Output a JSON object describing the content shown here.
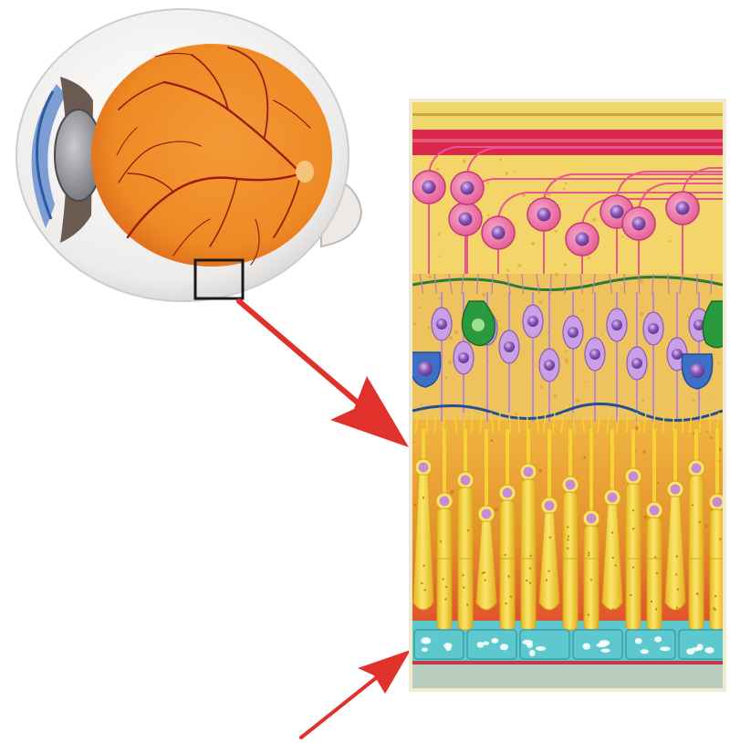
{
  "figure": {
    "background": "#ffffff",
    "colors": {
      "eye_fundus": "#f08a24",
      "eye_fundus_dark": "#d8601a",
      "sclera": "#f2f0ee",
      "sclera_shadow": "#c9c6c6",
      "cornea_blue": "#5f86c2",
      "lens_gray": "#8c8d92",
      "vessel_red": "#9b1a12",
      "inset_box": "#1a1a1a",
      "arrow_red": "#e0322b",
      "panel_border": "#f1ead0",
      "panel_top_band": "#eed86c",
      "panel_red_band": "#d8294c",
      "ganglion_bg": "#f4d56a",
      "ganglion_cell": "#ef6fa4",
      "ganglion_nucleus": "#8b56b8",
      "bipolar_bg": "#eec35e",
      "bipolar_cell": "#b78ad6",
      "bipolar_nucleus": "#8446a8",
      "amacrine_green": "#2a9a3e",
      "horizontal_blue": "#3d6fc4",
      "outer_bg": "#e7a532",
      "photoreceptor": "#f6d335",
      "photoreceptor_outline": "#d6a81a",
      "photoreceptor_nucleus": "#c98ad4",
      "choroid_red": "#e4533a",
      "rpe_teal": "#5ec8cf",
      "base_gray": "#b9cdbf"
    },
    "layers": [
      "inner-limiting-band",
      "nerve-fiber-band",
      "ganglion-cell-layer",
      "inner-plexiform-layer",
      "bipolar-cell-layer",
      "outer-plexiform-layer",
      "photoreceptor-layer",
      "retinal-pigment-epithelium",
      "choroid-base"
    ]
  }
}
